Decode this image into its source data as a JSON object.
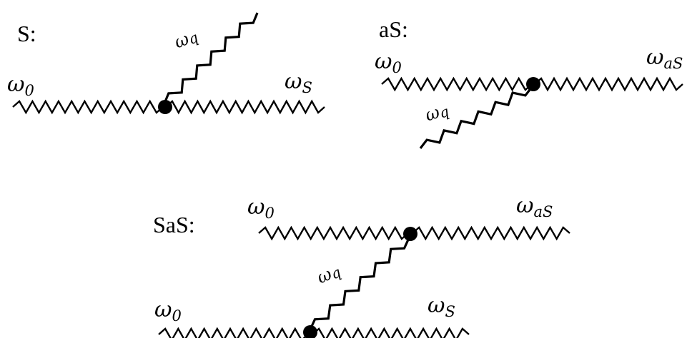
{
  "diagrams": {
    "stokes": {
      "label": "S:",
      "in_photon": {
        "symbol": "ω",
        "sub": "0"
      },
      "out_photon": {
        "symbol": "ω",
        "sub": "S"
      },
      "phonon": {
        "symbol": "ω",
        "sub": "q"
      }
    },
    "anti_stokes": {
      "label": "aS:",
      "in_photon": {
        "symbol": "ω",
        "sub": "0"
      },
      "out_photon": {
        "symbol": "ω",
        "sub": "aS"
      },
      "phonon": {
        "symbol": "ω",
        "sub": "q"
      }
    },
    "stokes_anti_stokes": {
      "label": "SaS:",
      "upper_in_photon": {
        "symbol": "ω",
        "sub": "0"
      },
      "upper_out_photon": {
        "symbol": "ω",
        "sub": "aS"
      },
      "phonon": {
        "symbol": "ω",
        "sub": "q"
      },
      "lower_in_photon": {
        "symbol": "ω",
        "sub": "0"
      },
      "lower_out_photon": {
        "symbol": "ω",
        "sub": "S"
      }
    }
  },
  "colors": {
    "ink": "#000000",
    "background": "#ffffff"
  }
}
